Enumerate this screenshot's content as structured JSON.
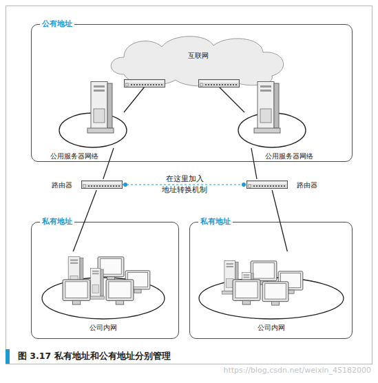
{
  "diagram": {
    "caption": "图 3.17 私有地址和公有地址分别管理",
    "nodes": [
      {
        "text": [
          "公有地址"
        ]
      },
      {
        "text": [
          "互联网"
        ],
        "in": 0
      },
      {
        "text": [
          "公用服务器网络"
        ],
        "in": 0
      },
      {
        "text": [
          "公用服务器网络"
        ],
        "in": 0
      },
      {
        "text": [
          "路由器"
        ]
      },
      {
        "text": [
          "路由器"
        ]
      },
      {
        "text": [
          "私有地址"
        ]
      },
      {
        "text": [
          "公司内网"
        ],
        "in": 6
      },
      {
        "text": [
          "私有地址"
        ]
      },
      {
        "text": [
          "公司内网"
        ],
        "in": 8
      }
    ],
    "edges": [
      {
        "from": 1,
        "to": 2,
        "arrow": "none"
      },
      {
        "from": 1,
        "to": 3,
        "arrow": "none"
      },
      {
        "from": 2,
        "to": 4,
        "arrow": "none"
      },
      {
        "from": 3,
        "to": 5,
        "arrow": "none"
      },
      {
        "from": 4,
        "to": 7,
        "arrow": "none"
      },
      {
        "from": 5,
        "to": 9,
        "arrow": "none"
      },
      {
        "from": 4,
        "to": 5,
        "label": "在这里加入 地址转换机制",
        "arrow": "none"
      }
    ],
    "labels": [
      "https://blog.csdn.net/weixin_45182000"
    ]
  }
}
